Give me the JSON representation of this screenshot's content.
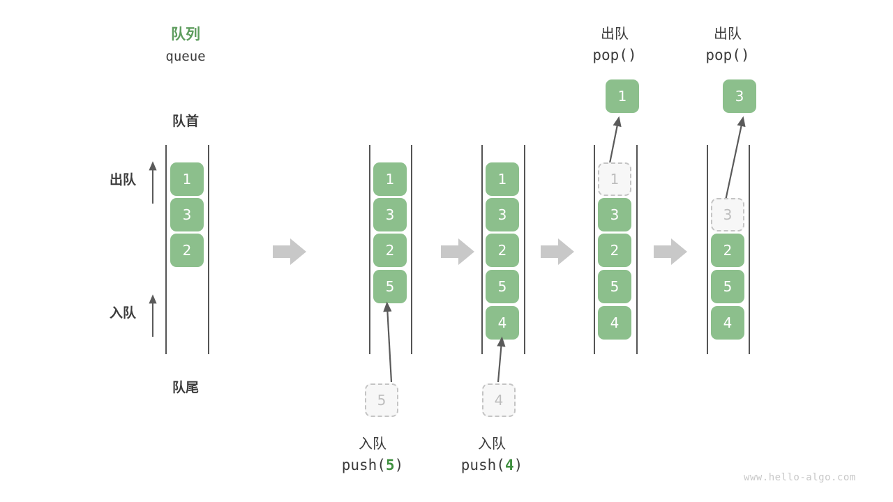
{
  "meta": {
    "watermark": "www.hello-algo.com",
    "colors": {
      "cell_fill": "#8cbf8c",
      "cell_text": "#ffffff",
      "ghost_fill": "#f7f7f7",
      "ghost_border": "#c4c4c4",
      "ghost_text": "#bdbdbd",
      "rail": "#555555",
      "title_green": "#5d9c5d",
      "arg_green": "#3f8f3f",
      "text": "#3c3c3c",
      "step_arrow": "#c8c8c8",
      "thin_arrow": "#5a5a5a"
    }
  },
  "diagram": {
    "title_cn": "队列",
    "title_en": "queue",
    "front_label": "队首",
    "rear_label": "队尾",
    "dequeue_label": "出队",
    "enqueue_label": "入队"
  },
  "steps": [
    {
      "id": "initial",
      "cells": [
        "1",
        "3",
        "2"
      ],
      "ghost_index": null,
      "caption_cn": "",
      "caption_code_prefix": "",
      "caption_code_arg": "",
      "caption_code_suffix": "",
      "floating_value": "",
      "incoming_value": ""
    },
    {
      "id": "push-5",
      "cells": [
        "1",
        "3",
        "2",
        "5"
      ],
      "ghost_index": null,
      "caption_cn": "入队",
      "caption_code_prefix": "push(",
      "caption_code_arg": "5",
      "caption_code_suffix": ")",
      "floating_value": "",
      "incoming_value": "5"
    },
    {
      "id": "push-4",
      "cells": [
        "1",
        "3",
        "2",
        "5",
        "4"
      ],
      "ghost_index": null,
      "caption_cn": "入队",
      "caption_code_prefix": "push(",
      "caption_code_arg": "4",
      "caption_code_suffix": ")",
      "floating_value": "",
      "incoming_value": "4"
    },
    {
      "id": "pop-1",
      "cells": [
        "1",
        "3",
        "2",
        "5",
        "4"
      ],
      "ghost_index": 0,
      "caption_cn": "出队",
      "caption_code_prefix": "pop(",
      "caption_code_arg": "",
      "caption_code_suffix": ")",
      "floating_value": "1",
      "incoming_value": ""
    },
    {
      "id": "pop-3",
      "cells": [
        "3",
        "2",
        "5",
        "4"
      ],
      "ghost_index": 0,
      "caption_cn": "出队",
      "caption_code_prefix": "pop(",
      "caption_code_arg": "",
      "caption_code_suffix": ")",
      "floating_value": "3",
      "incoming_value": ""
    }
  ]
}
